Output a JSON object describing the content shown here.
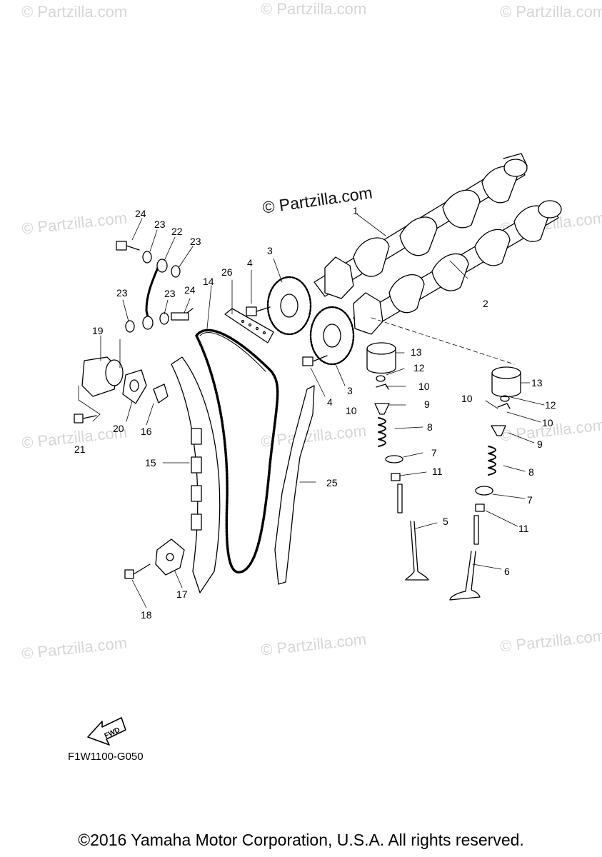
{
  "watermark": "© Partzilla.com",
  "main_watermark": "© Partzilla.com",
  "callouts": {
    "c1": "1",
    "c2": "2",
    "c3a": "3",
    "c3b": "3",
    "c4a": "4",
    "c4b": "4",
    "c5": "5",
    "c6": "6",
    "c7a": "7",
    "c7b": "7",
    "c8a": "8",
    "c8b": "8",
    "c9a": "9",
    "c9b": "9",
    "c10a": "10",
    "c10b": "10",
    "c10c": "10",
    "c10d": "10",
    "c11a": "11",
    "c11b": "11",
    "c12a": "12",
    "c12b": "12",
    "c13a": "13",
    "c13b": "13",
    "c14": "14",
    "c15": "15",
    "c16": "16",
    "c17": "17",
    "c18": "18",
    "c19": "19",
    "c20": "20",
    "c21": "21",
    "c22": "22",
    "c23a": "23",
    "c23b": "23",
    "c23c": "23",
    "c23d": "23",
    "c24a": "24",
    "c24b": "24",
    "c25": "25",
    "c26": "26"
  },
  "fwd_label": "FWD",
  "diagram_code": "F1W1100-G050",
  "copyright": "©2016 Yamaha Motor Corporation, U.S.A. All rights reserved."
}
